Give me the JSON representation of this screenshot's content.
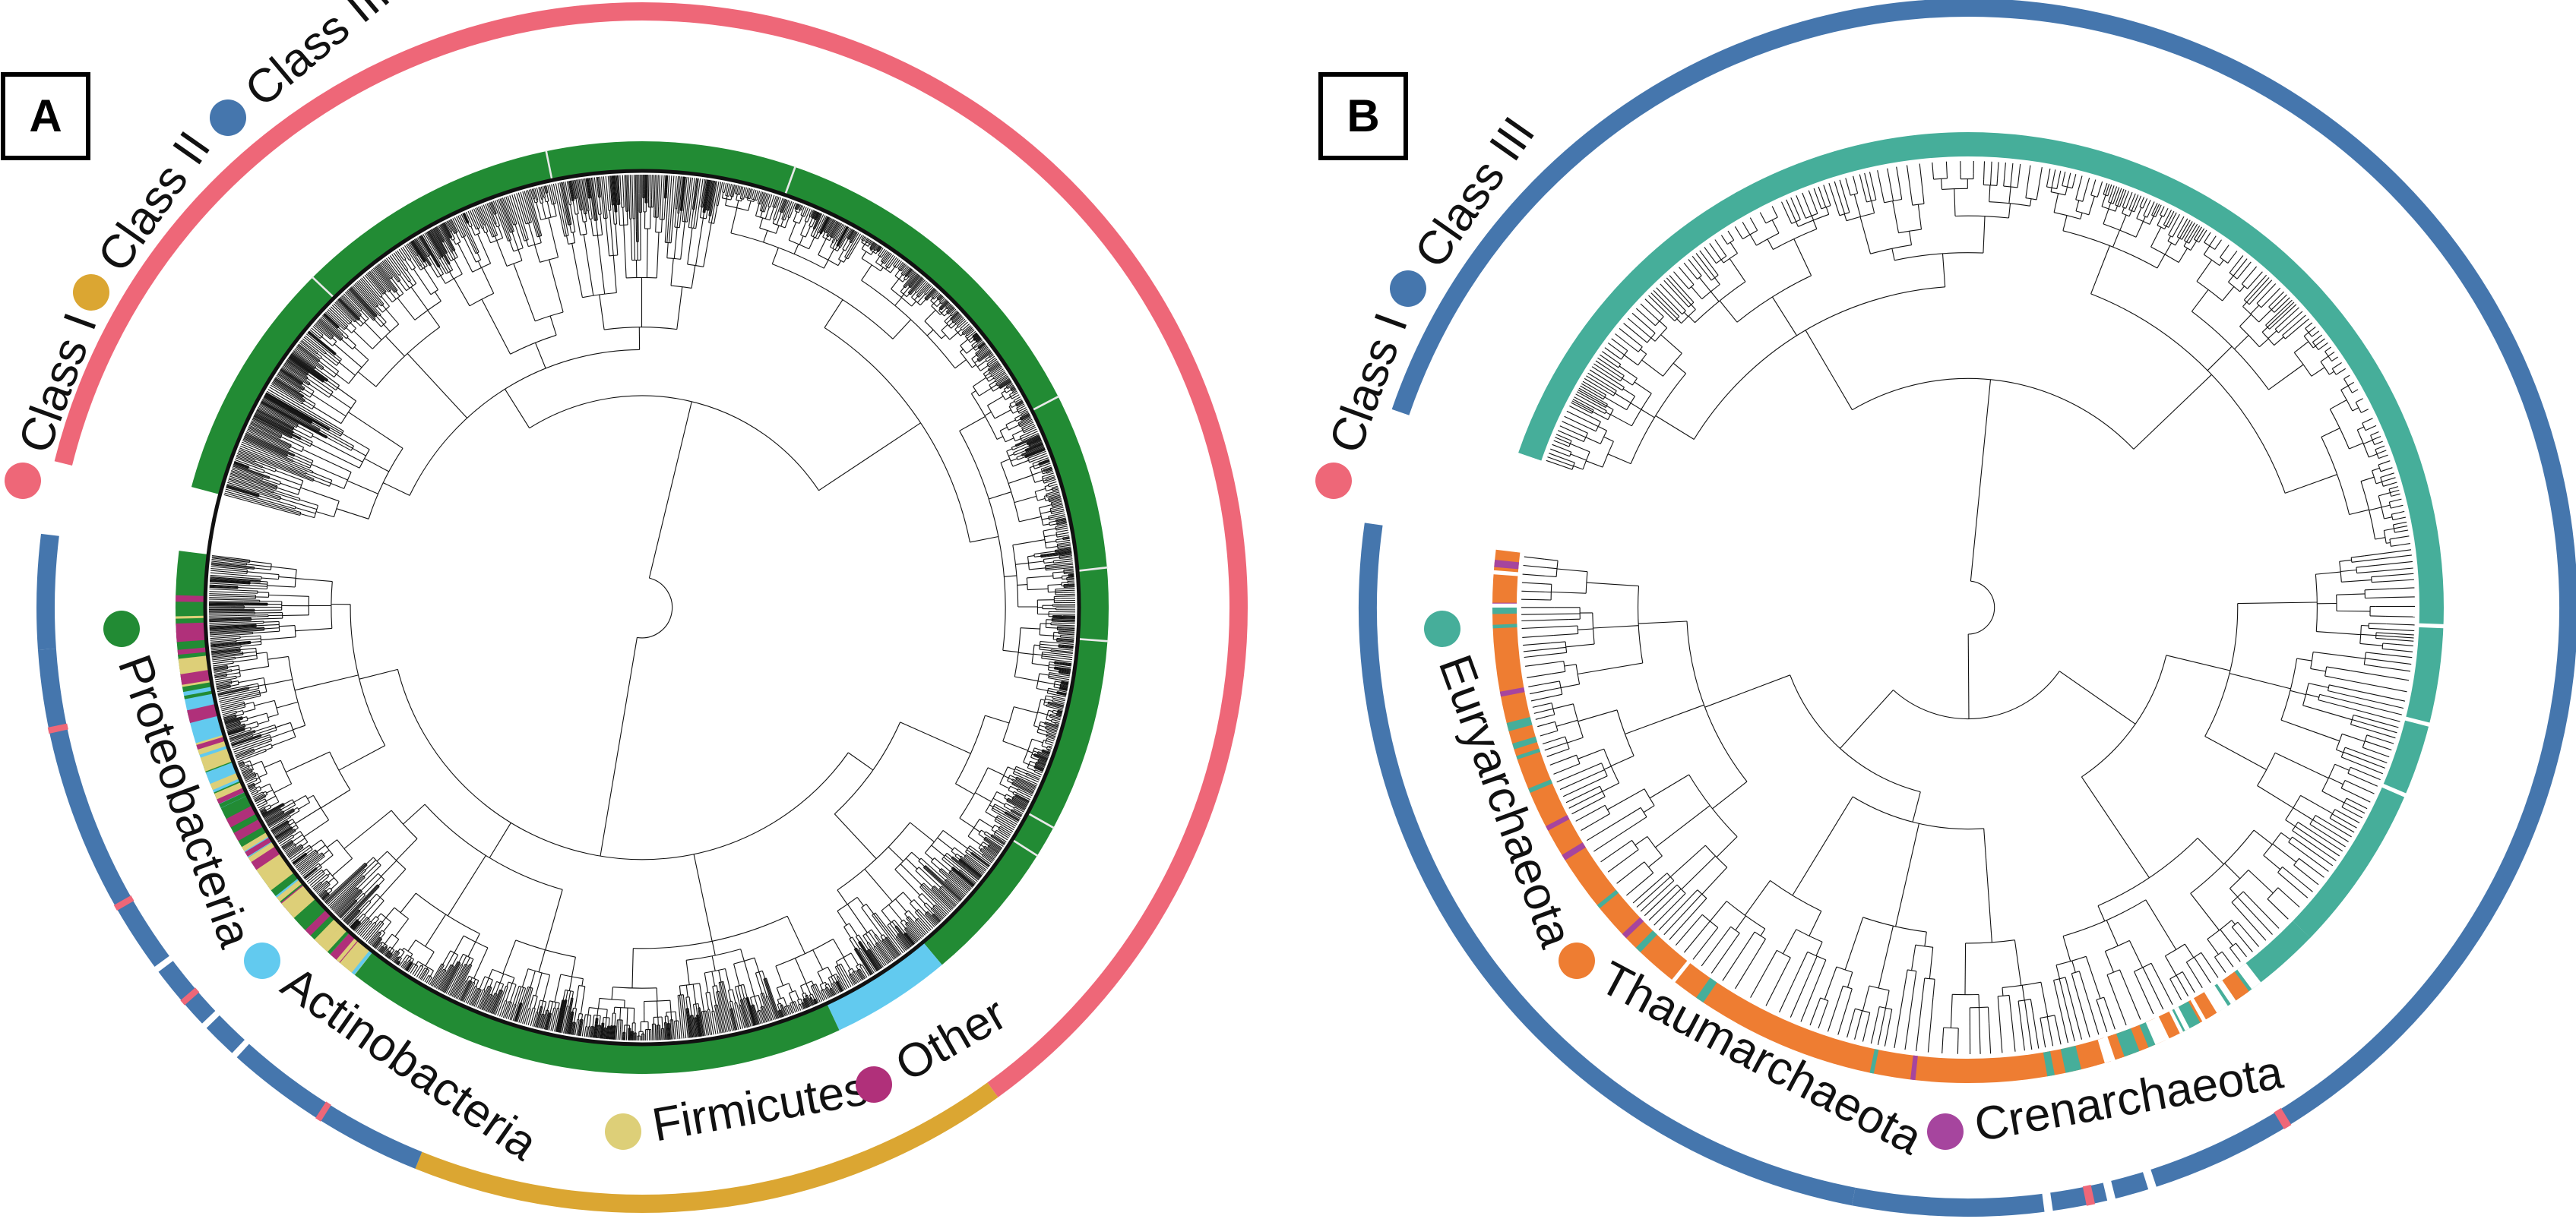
{
  "panels": [
    {
      "label": "A",
      "ring_legend": [
        {
          "label": "Class I",
          "color": "#EE6778"
        },
        {
          "label": "Class II",
          "color": "#DBA632"
        },
        {
          "label": "Class III",
          "color": "#4576AD"
        }
      ],
      "taxa_legend": [
        {
          "label": "Proteobacteria",
          "color": "#228B34"
        },
        {
          "label": "Actinobacteria",
          "color": "#62CAEF"
        },
        {
          "label": "Firmicutes",
          "color": "#DDCF78"
        },
        {
          "label": "Other",
          "color": "#B0307A"
        }
      ]
    },
    {
      "label": "B",
      "ring_legend": [
        {
          "label": "Class I",
          "color": "#EE6778"
        },
        {
          "label": "Class III",
          "color": "#4576AD"
        }
      ],
      "taxa_legend": [
        {
          "label": "Euryarchaeota",
          "color": "#46AE9A"
        },
        {
          "label": "Thaumarchaeota",
          "color": "#EE7D32"
        },
        {
          "label": "Crenarchaeota",
          "color": "#A6459E"
        }
      ]
    }
  ]
}
